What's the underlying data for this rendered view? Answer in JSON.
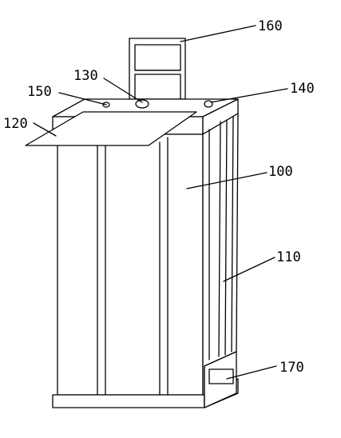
{
  "figure": {
    "labels": [
      {
        "id": "160",
        "text": "160"
      },
      {
        "id": "130",
        "text": "130"
      },
      {
        "id": "150",
        "text": "150"
      },
      {
        "id": "140",
        "text": "140"
      },
      {
        "id": "120",
        "text": "120"
      },
      {
        "id": "100",
        "text": "100"
      },
      {
        "id": "110",
        "text": "110"
      },
      {
        "id": "170",
        "text": "170"
      }
    ]
  }
}
